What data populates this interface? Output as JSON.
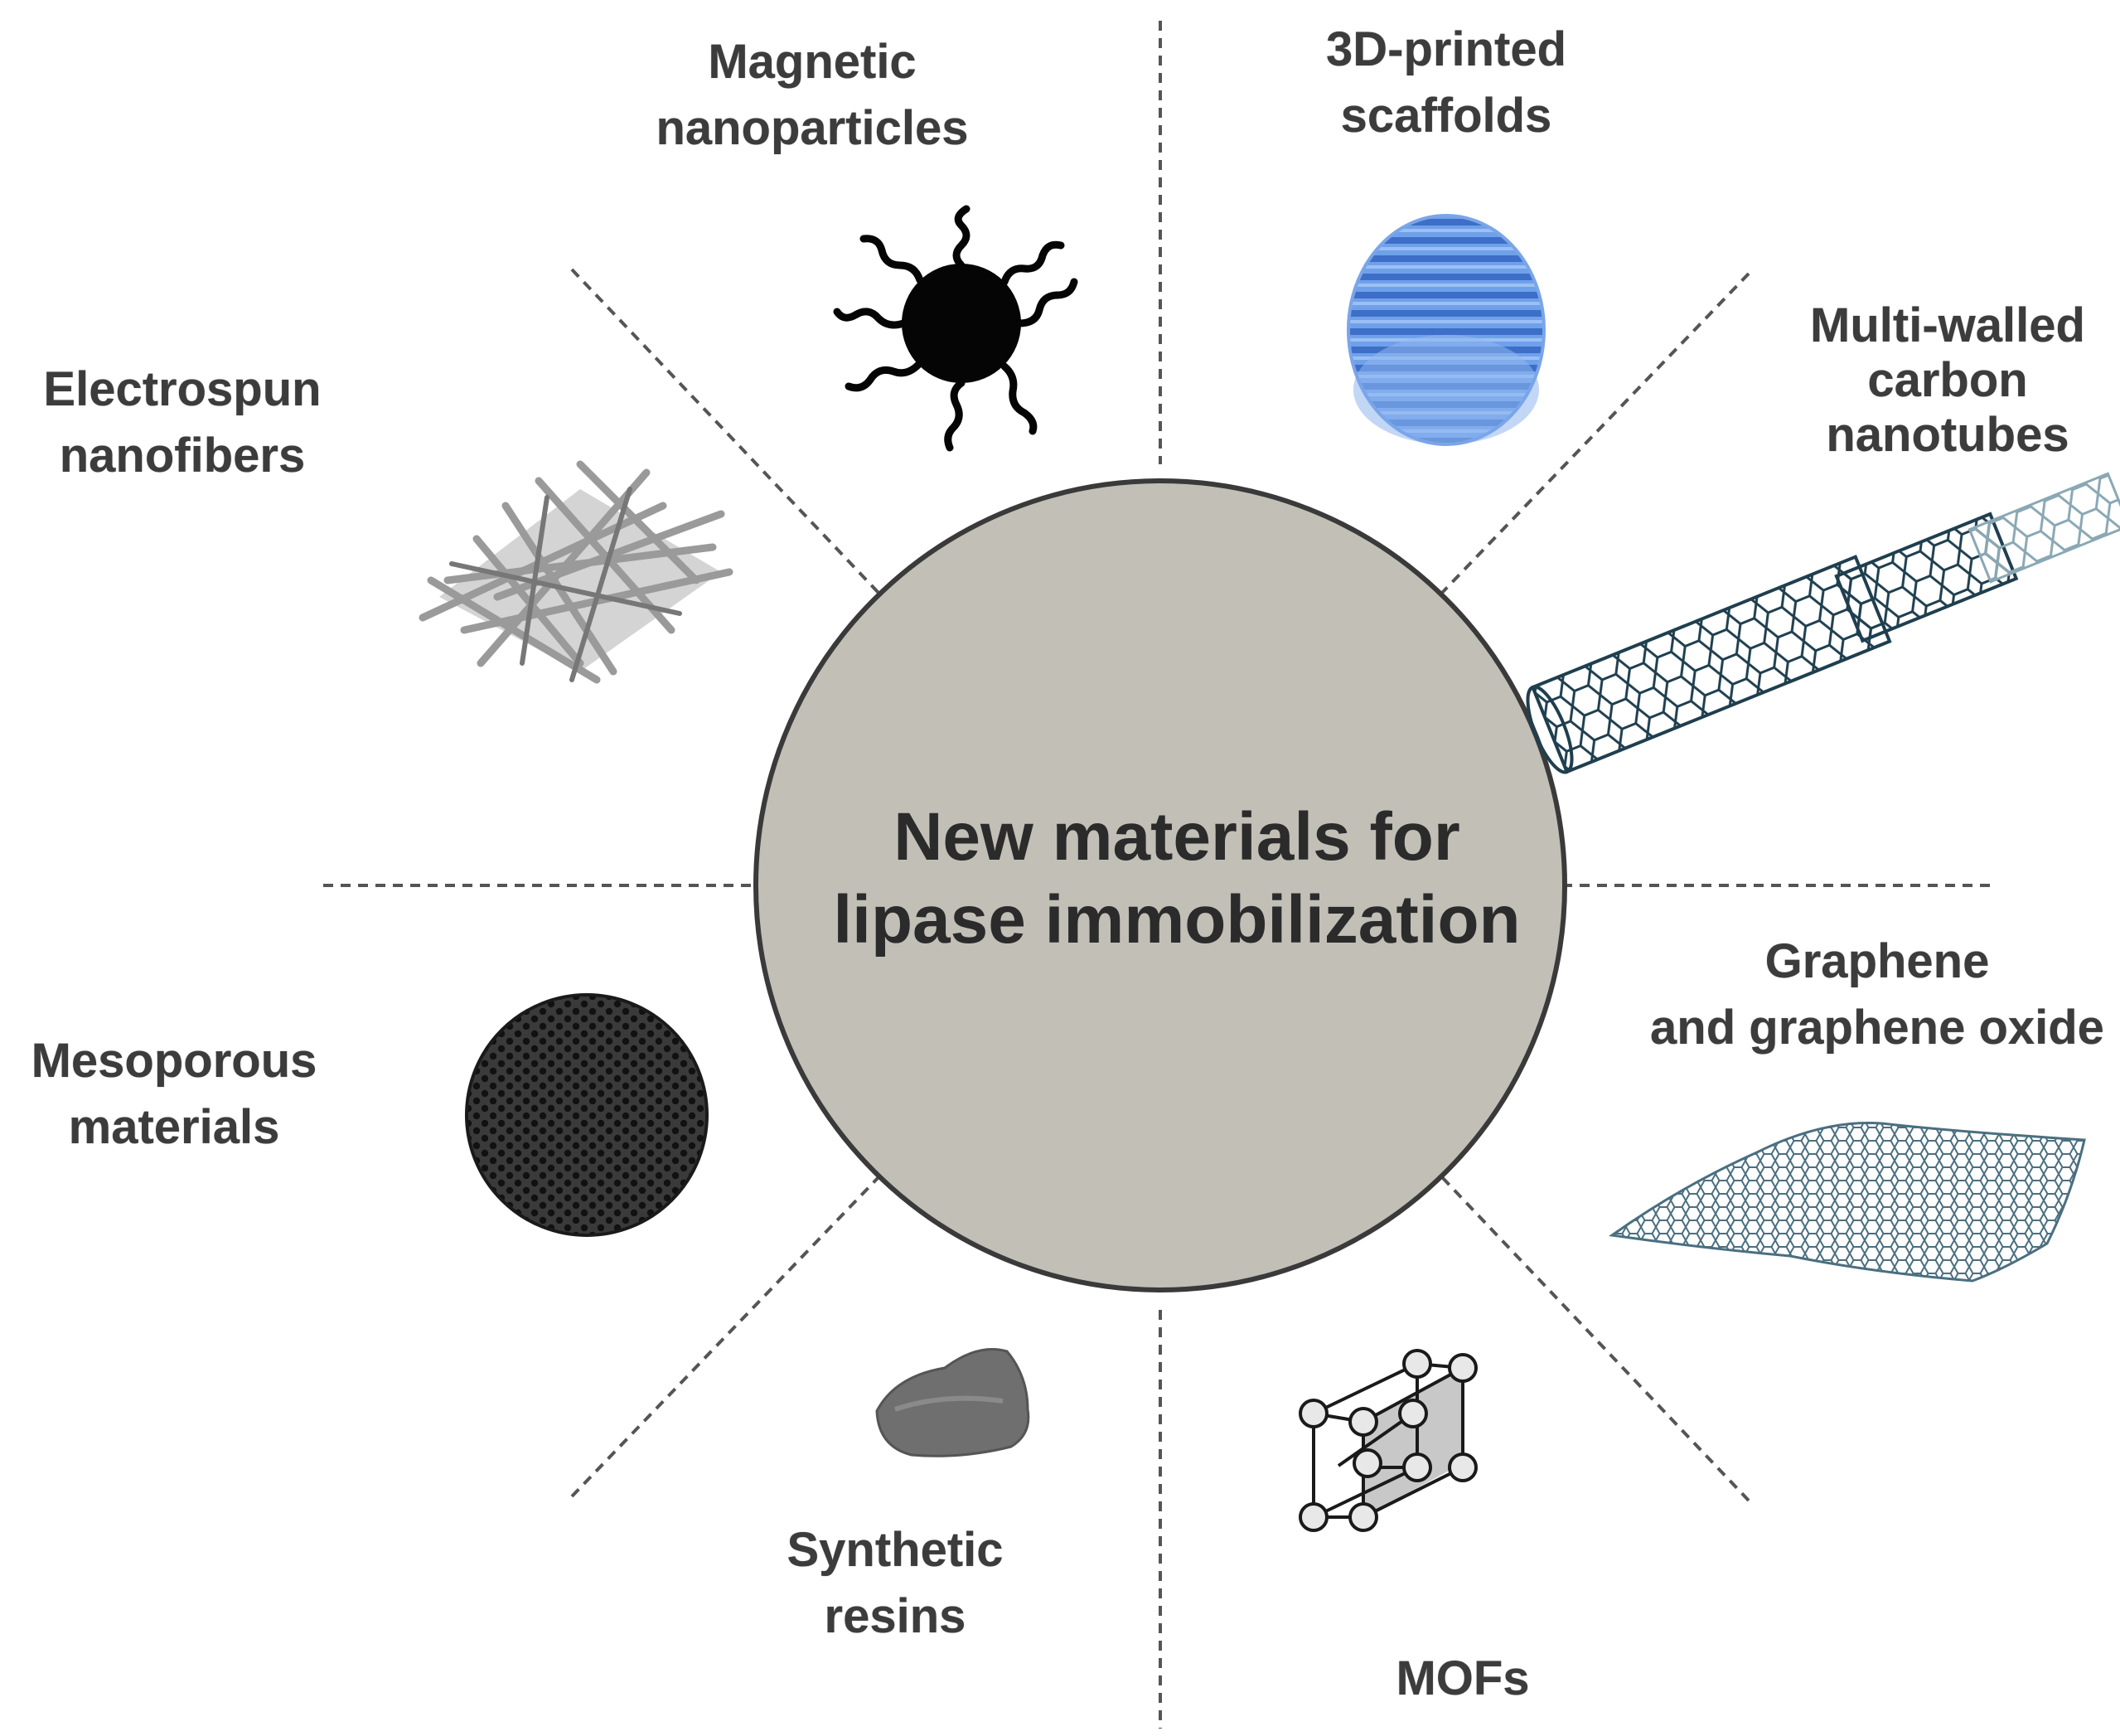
{
  "center": {
    "line1": "New materials for",
    "line2": "lipase immobilization",
    "fill": "#c2bfb7",
    "stroke": "#3a3a3a"
  },
  "labels": {
    "magnetic": [
      "Magnetic",
      "nanoparticles"
    ],
    "scaffolds": [
      "3D-printed",
      "scaffolds"
    ],
    "nanotubes": [
      "Multi-walled",
      "carbon",
      "nanotubes"
    ],
    "electrospun": [
      "Electrospun",
      "nanofibers"
    ],
    "graphene": [
      "Graphene",
      "and graphene oxide"
    ],
    "mesoporous": [
      "Mesoporous",
      "materials"
    ],
    "resins": [
      "Synthetic",
      "resins"
    ],
    "mofs": [
      "MOFs"
    ]
  },
  "icons": {
    "magnetic": "magnetic-nanoparticle-icon",
    "scaffolds": "3d-printed-scaffold-icon",
    "nanotubes": "carbon-nanotube-icon",
    "electrospun": "electrospun-nanofiber-icon",
    "graphene": "graphene-sheet-icon",
    "mesoporous": "mesoporous-sphere-icon",
    "resins": "synthetic-resin-icon",
    "mofs": "mof-cube-icon"
  },
  "colors": {
    "scaffold_blue": "#4a7fd4",
    "nanotube": "#1f3f4f",
    "divider": "#555555",
    "label_text": "#3c3c3c"
  }
}
